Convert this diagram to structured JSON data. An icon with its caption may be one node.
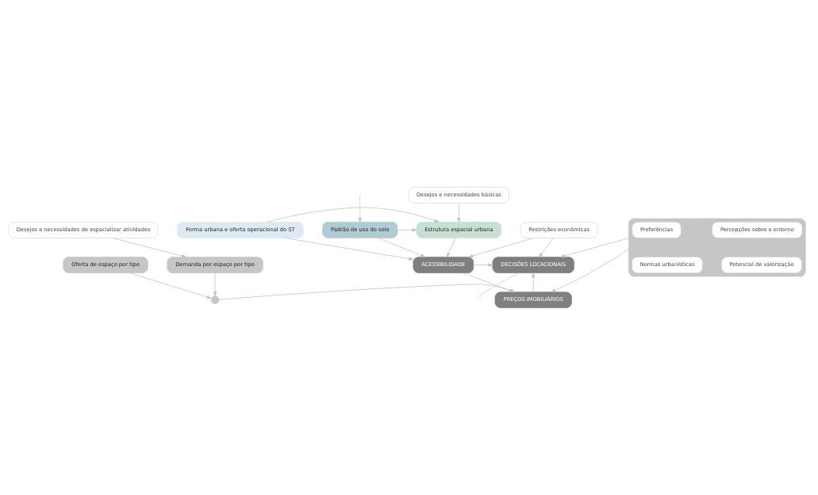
{
  "diagram": {
    "nodes": [
      {
        "text": [
          "Desejos e necessidades básicas"
        ]
      },
      {
        "text": [
          "Forma urbana e oferta operacional do ST"
        ]
      },
      {
        "text": [
          "Estrutura espacial urbana"
        ]
      },
      {
        "text": [
          "Padrão de uso do solo"
        ]
      },
      {
        "text": [
          "Desejos e necessidades de espacializar atividades"
        ]
      },
      {
        "text": [
          "Restrições econômicas"
        ]
      },
      {
        "text": [
          "Demanda por espaço por tipo"
        ]
      },
      {
        "text": [
          "ACESSIBILIDADE"
        ]
      },
      {
        "text": [
          "DECISÕES LOCACIONAIS"
        ]
      },
      {
        "text": [],
        "shape": "circle"
      },
      {
        "text": [
          "PREÇOS IMOBILIÁRIOS"
        ]
      },
      {
        "text": [
          "Oferta de espaço por tipo"
        ]
      },
      {
        "text": [],
        "shape": "box"
      },
      {
        "text": [
          "Preferências"
        ],
        "in": 12
      },
      {
        "text": [
          "Percepções sobre o entorno"
        ],
        "in": 12
      },
      {
        "text": [
          "Normas urbanísticas"
        ],
        "in": 12
      },
      {
        "text": [
          "Potencial de valorização"
        ],
        "in": 12
      }
    ],
    "edges": [
      {
        "from": 0,
        "to": 2,
        "arrow": "to"
      },
      {
        "from": 1,
        "to": 2,
        "arrow": "to"
      },
      {
        "from": 3,
        "to": 2,
        "arrow": "to"
      },
      {
        "from": null,
        "to": 3,
        "arrow": "to",
        "style": "dashed"
      },
      {
        "from": 1,
        "to": 7,
        "arrow": "to"
      },
      {
        "from": 2,
        "to": 7,
        "arrow": "to"
      },
      {
        "from": 3,
        "to": 7,
        "arrow": "to"
      },
      {
        "from": 5,
        "to": 7,
        "arrow": "to"
      },
      {
        "from": 5,
        "to": 8,
        "arrow": "to"
      },
      {
        "from": 4,
        "to": 6,
        "arrow": "to"
      },
      {
        "from": 7,
        "to": 8,
        "arrow": "to"
      },
      {
        "from": 7,
        "to": 10,
        "arrow": "to"
      },
      {
        "from": 6,
        "to": 9,
        "arrow": "to"
      },
      {
        "from": 11,
        "to": 9,
        "arrow": "to"
      },
      {
        "from": 9,
        "to": 10,
        "arrow": "to"
      },
      {
        "from": 10,
        "to": 8,
        "arrow": "to"
      },
      {
        "from": 12,
        "to": 10,
        "arrow": "to"
      },
      {
        "from": 12,
        "to": 8,
        "arrow": "to"
      },
      {
        "from": 8,
        "to": null,
        "arrow": "none",
        "style": "dashed"
      }
    ]
  }
}
